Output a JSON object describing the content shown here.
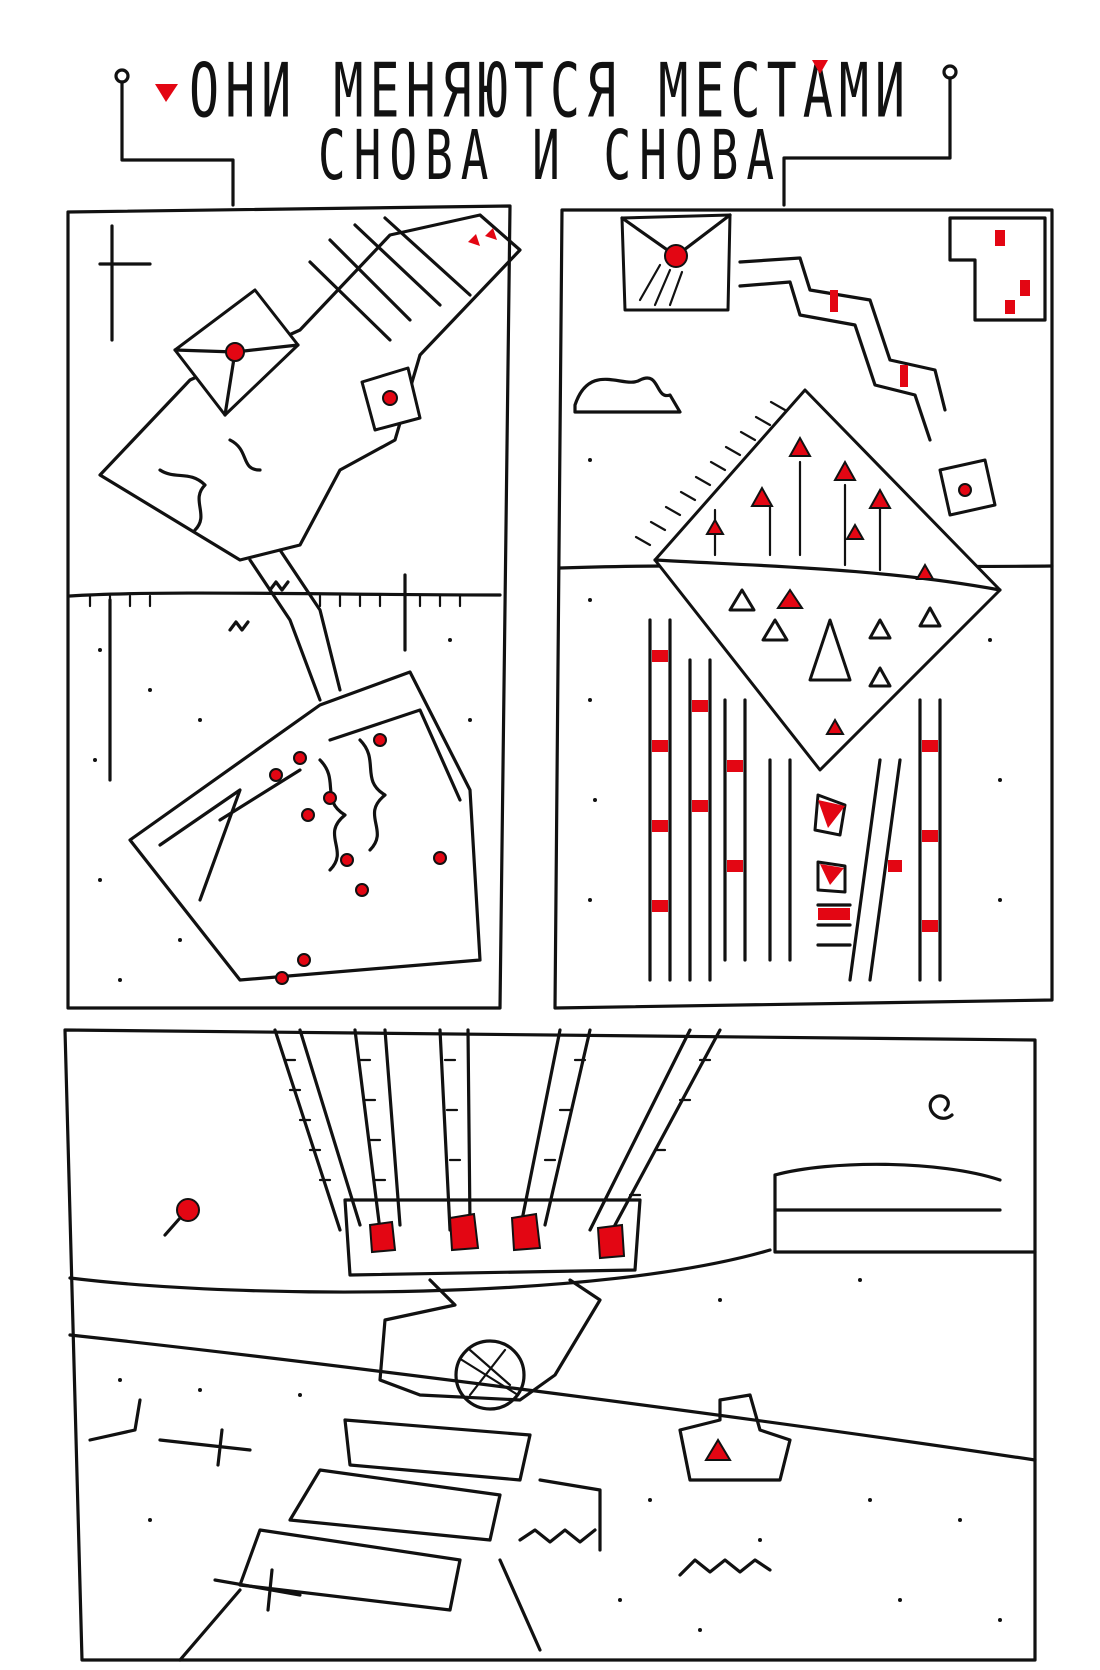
{
  "title": {
    "line1": "ОНИ МЕНЯЮТСЯ МЕСТАМИ",
    "line2": "СНОВА И СНОВА"
  },
  "colors": {
    "ink": "#111111",
    "accent": "#e30613",
    "paper": "#ffffff"
  },
  "panels": [
    "panel-top-left",
    "panel-top-right",
    "panel-bottom"
  ]
}
